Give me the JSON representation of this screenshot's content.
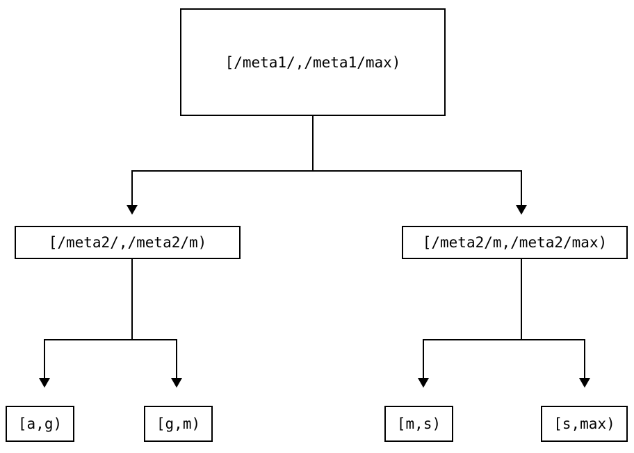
{
  "diagram": {
    "type": "binary-interval-partition-tree",
    "title": "",
    "background_color": "#ffffff",
    "stroke_color": "#000000",
    "text_color": "#000000",
    "levels": 3,
    "root": {
      "id": "root",
      "label": "[/meta1/,/meta1/max)"
    },
    "mid_nodes": [
      {
        "id": "mid-left",
        "label": "[/meta2/,/meta2/m)"
      },
      {
        "id": "mid-right",
        "label": "[/meta2/m,/meta2/max)"
      }
    ],
    "leaf_nodes": [
      {
        "id": "leaf-a-g",
        "label": "[a,g)"
      },
      {
        "id": "leaf-g-m",
        "label": "[g,m)"
      },
      {
        "id": "leaf-m-s",
        "label": "[m,s)"
      },
      {
        "id": "leaf-s-max",
        "label": "[s,max)"
      }
    ],
    "edges": [
      {
        "from": "root",
        "to": "mid-left",
        "arrow": "down"
      },
      {
        "from": "root",
        "to": "mid-right",
        "arrow": "down"
      },
      {
        "from": "mid-left",
        "to": "leaf-a-g",
        "arrow": "down"
      },
      {
        "from": "mid-left",
        "to": "leaf-g-m",
        "arrow": "down"
      },
      {
        "from": "mid-right",
        "to": "leaf-m-s",
        "arrow": "down"
      },
      {
        "from": "mid-right",
        "to": "leaf-s-max",
        "arrow": "down"
      }
    ]
  }
}
